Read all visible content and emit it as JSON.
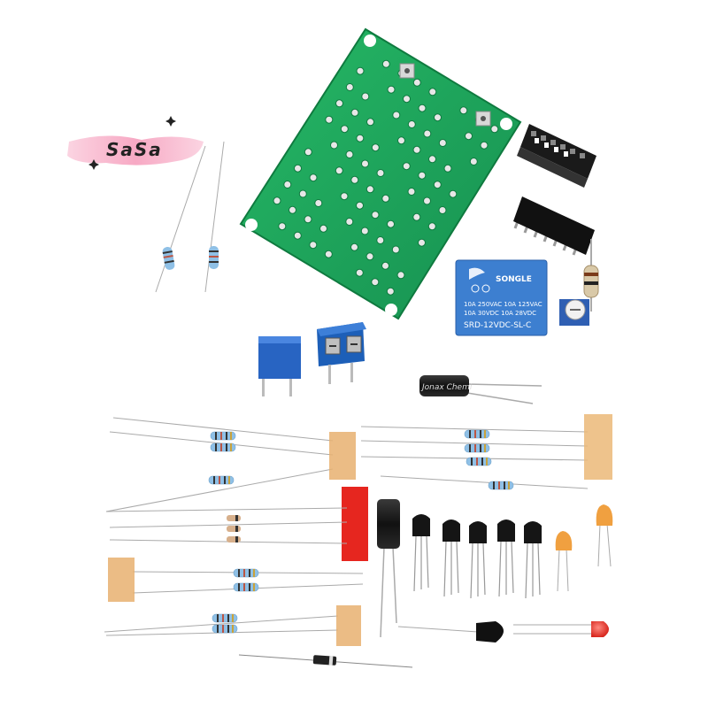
{
  "watermark": {
    "text": "SaSa"
  },
  "relay": {
    "brand": "SONGLE",
    "rating_1": "10A 250VAC  10A 125VAC",
    "rating_2": "10A 30VDC  10A 28VDC",
    "model": "SRD-12VDC-SL-C"
  },
  "capacitor": {
    "label": "Jonax Chemi"
  },
  "colors": {
    "pcb": "#1fa35a",
    "terminal_block": "#1d5fb8",
    "relay": "#3d7fd0",
    "led": "#e8302a",
    "background": "#ffffff"
  }
}
